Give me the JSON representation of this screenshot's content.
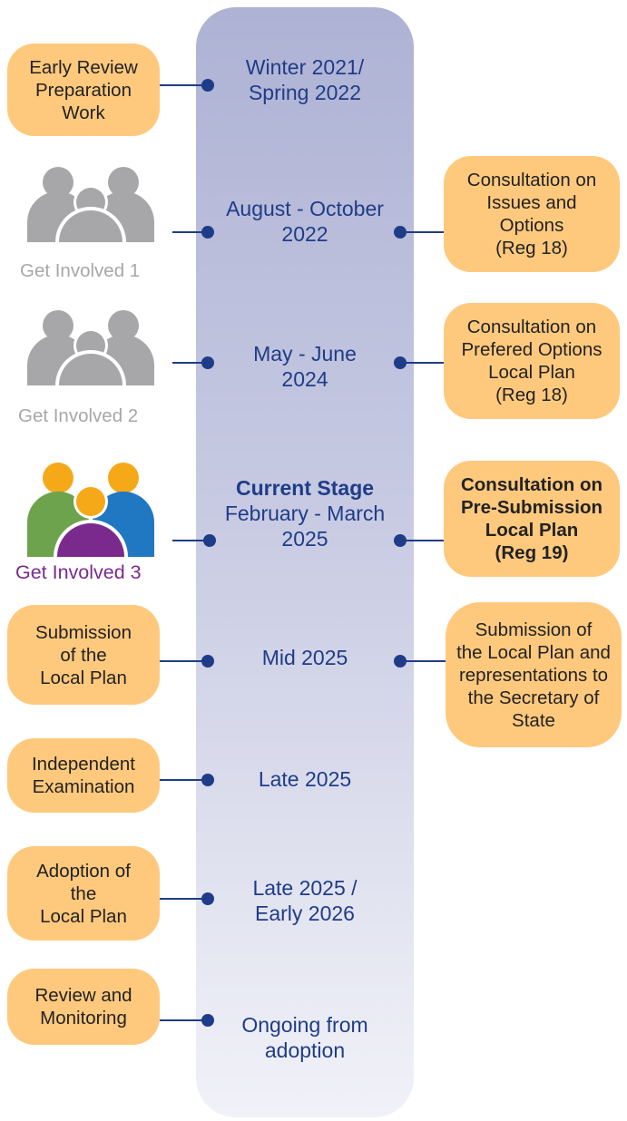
{
  "stages": [
    {
      "date": "Winter 2021/\nSpring 2022",
      "left": "Early Review\nPreparation\nWork"
    },
    {
      "date": "August - October\n2022",
      "left_label": "Get Involved 1",
      "right": "Consultation on\nIssues and\nOptions\n(Reg 18)"
    },
    {
      "date": "May - June\n2024",
      "left_label": "Get Involved 2",
      "right": "Consultation on\nPrefered Options\nLocal Plan\n(Reg 18)"
    },
    {
      "current_label": "Current Stage",
      "date": "February - March\n2025",
      "left_label": "Get Involved 3",
      "right": "Consultation on\nPre-Submission\nLocal Plan\n(Reg 19)"
    },
    {
      "date": "Mid 2025",
      "left": "Submission\nof the\nLocal Plan",
      "right": "Submission of\nthe Local Plan and\nrepresentations to\nthe Secretary of\nState"
    },
    {
      "date": "Late 2025",
      "left": "Independent\nExamination"
    },
    {
      "date": "Late 2025 /\nEarly 2026",
      "left": "Adoption of\nthe\nLocal Plan"
    },
    {
      "date": "Ongoing from\nadoption",
      "left": "Review and\nMonitoring"
    }
  ],
  "colors": {
    "box": "#ffc97d",
    "spine_top": "#aeb2d4",
    "text": "#1f3c88",
    "inactive_people": "#a7a7a9",
    "active_green": "#6da34d",
    "active_blue": "#1f78c1",
    "active_orange": "#f5a818",
    "active_purple": "#7a2a8d"
  }
}
